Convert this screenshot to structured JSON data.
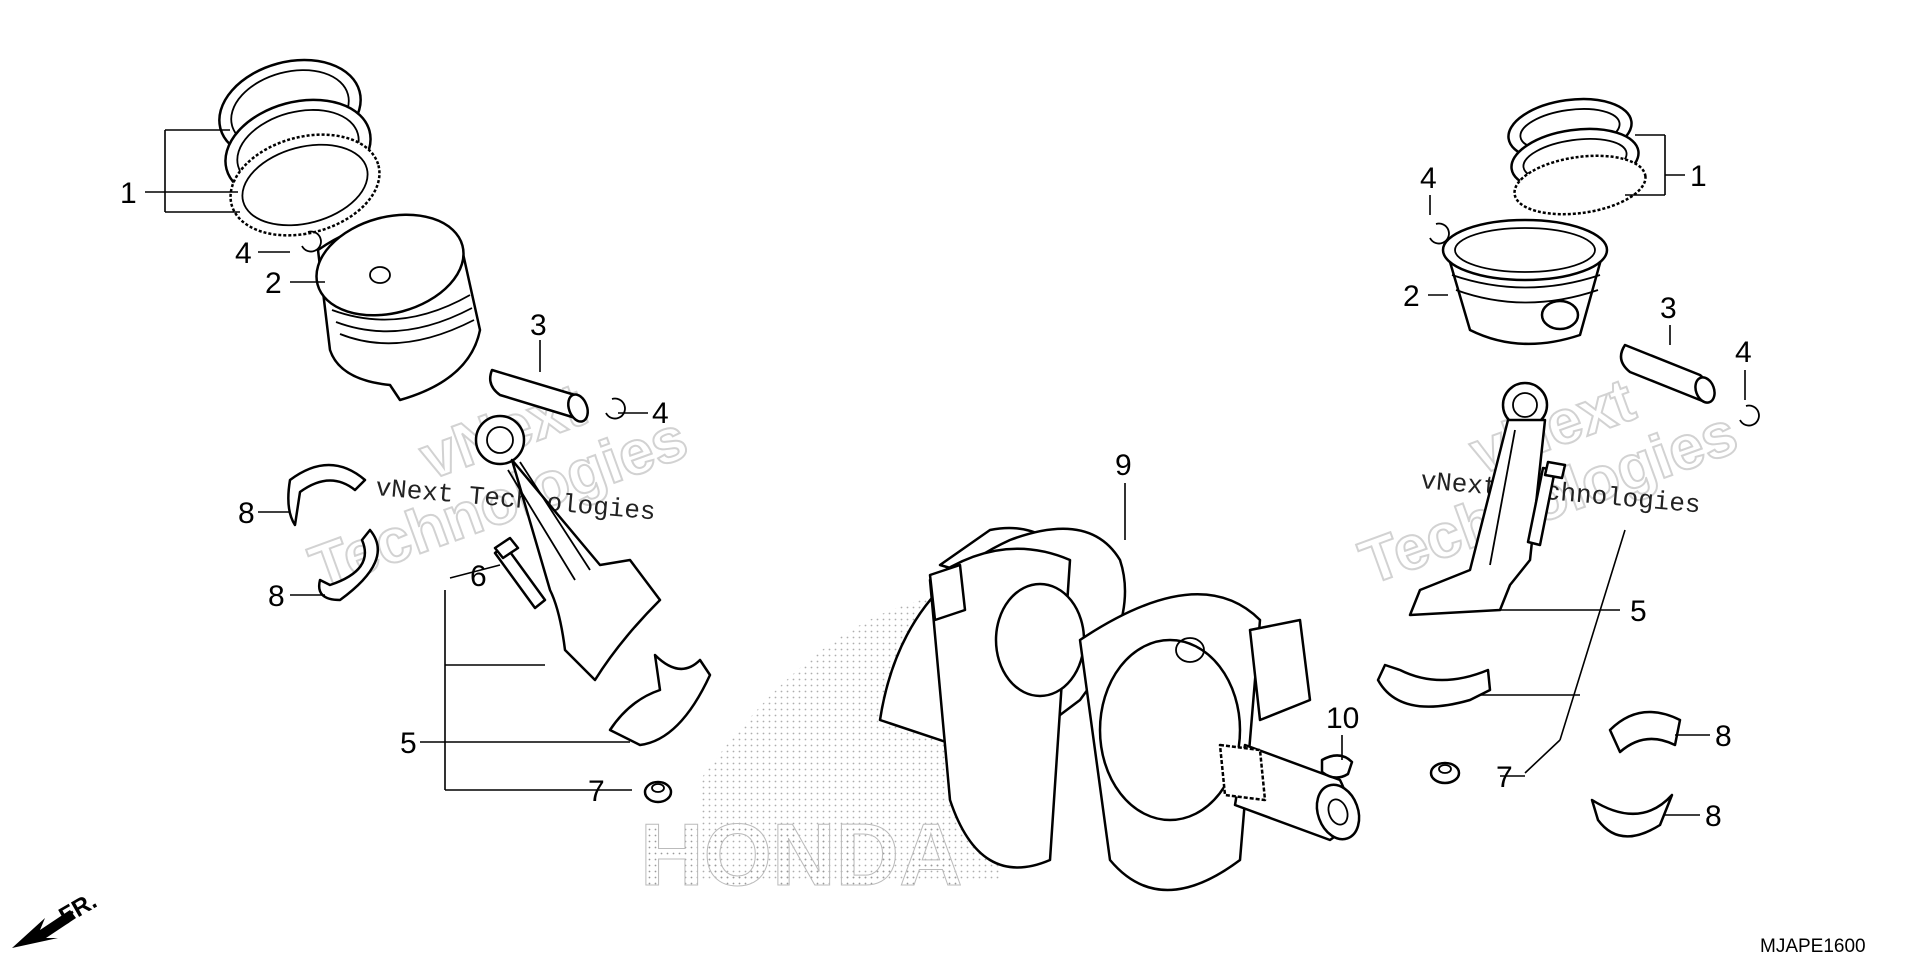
{
  "diagram": {
    "drawing_code": "MJAPE1600",
    "front_indicator": "FR.",
    "watermark": {
      "brand": "HONDA",
      "line_a": "vNext",
      "line_b": "Technologies",
      "line_mono": "vNext Technologies"
    },
    "callouts": {
      "c1_left": "1",
      "c1_right": "1",
      "c2_left": "2",
      "c2_right": "2",
      "c3_left": "3",
      "c3_right": "3",
      "c4_left_a": "4",
      "c4_left_b": "4",
      "c4_right_a": "4",
      "c4_right_b": "4",
      "c5_left": "5",
      "c5_right": "5",
      "c6": "6",
      "c7_left": "7",
      "c7_right": "7",
      "c8_left_a": "8",
      "c8_left_b": "8",
      "c8_right_a": "8",
      "c8_right_b": "8",
      "c9": "9",
      "c10": "10"
    }
  }
}
